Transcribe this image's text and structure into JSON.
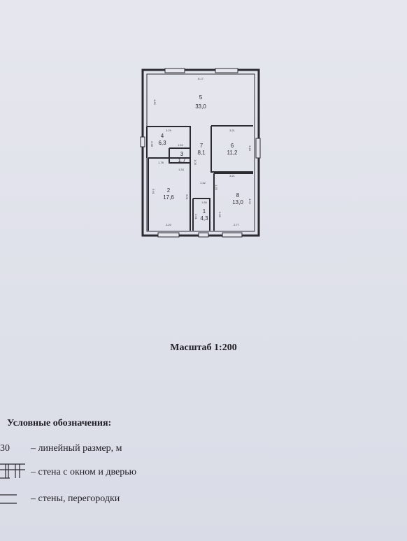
{
  "plan": {
    "rooms": [
      {
        "number": "5",
        "area": "33,0"
      },
      {
        "number": "4",
        "area": "6,3"
      },
      {
        "number": "3",
        "area": "1,7"
      },
      {
        "number": "7",
        "area": "8,1"
      },
      {
        "number": "6",
        "area": "11,2"
      },
      {
        "number": "2",
        "area": "17,6"
      },
      {
        "number": "1",
        "area": "4,3"
      },
      {
        "number": "8",
        "area": "13,0"
      }
    ],
    "dimensions": {
      "top": "8.17",
      "left_upper": "4.60",
      "room4_top": "3.29",
      "room4_side": "2.38",
      "room3_top": "1.52",
      "room3_bottom": "1.34",
      "room3_side": "1.06",
      "hall_left": "1.78",
      "room2_side": "5.61",
      "room2_right": "5.01",
      "room2_bottom": "3.20",
      "hall_mid": "1.42",
      "hall_side": "1.35",
      "room1_top": "1.86",
      "room1_side": "2.61",
      "room1_right": "2.65",
      "room6_top": "3.21",
      "room6_side": "3.46",
      "room8_top": "3.21",
      "room8_side": "4.02",
      "room8_bottom": "2.77"
    }
  },
  "scale_label": "Масштаб 1:200",
  "legend": {
    "title": "Условные обозначения:",
    "items": [
      {
        "symbol": "30",
        "text": "– линейный размер, м"
      },
      {
        "symbol": "",
        "text": "– стена с окном и дверью"
      },
      {
        "symbol": "",
        "text": "–  стены, перегородки"
      }
    ]
  }
}
